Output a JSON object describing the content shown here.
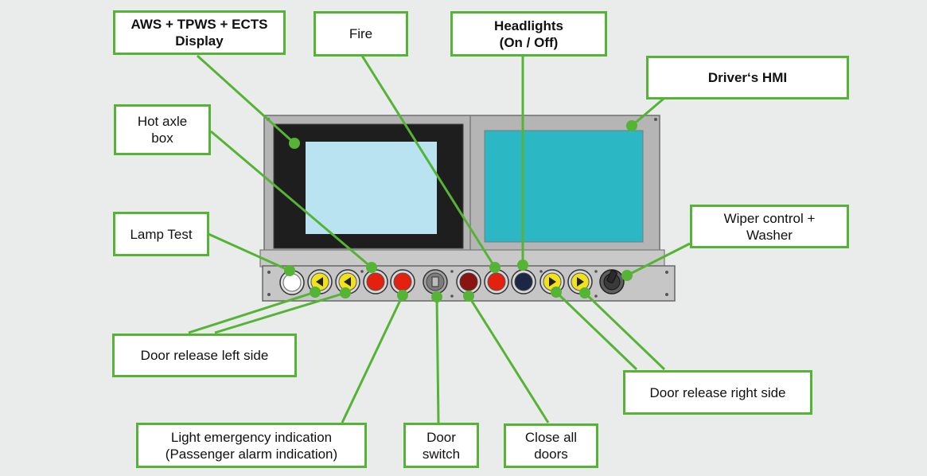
{
  "colors": {
    "background": "#eaeceb",
    "callout_border": "#55b335",
    "leader_line": "#55b335",
    "panel_frame": "#b5b5b5",
    "left_screen_bezel": "#1e1e1e",
    "left_screen": "#b9e3f0",
    "right_screen": "#2bb8c4",
    "button_white": "#ffffff",
    "button_yellow": "#f2e21c",
    "button_red": "#e4200e",
    "button_dark_red": "#8a1410",
    "button_navy": "#1b2744",
    "button_grey": "#8c8c8c"
  },
  "callouts": {
    "aws_display": "AWS + TPWS + ECTS\nDisplay",
    "fire": "Fire",
    "headlights": "Headlights\n(On / Off)",
    "drivers_hmi": "Driver‘s HMI",
    "hot_axle_box": "Hot axle\nbox",
    "lamp_test": "Lamp Test",
    "wiper_control": "Wiper control +\nWasher",
    "door_release_left": "Door release left side",
    "door_release_right": "Door release right side",
    "light_emergency": "Light emergency indication\n(Passenger alarm indication)",
    "door_switch": "Door\nswitch",
    "close_all_doors": "Close all\ndoors"
  },
  "buttons": [
    {
      "kind": "lamp",
      "color": "white"
    },
    {
      "kind": "arrow-left",
      "color": "yellow"
    },
    {
      "kind": "arrow-left",
      "color": "yellow"
    },
    {
      "kind": "lamp",
      "color": "red"
    },
    {
      "kind": "lamp",
      "color": "red"
    },
    {
      "kind": "key-switch",
      "color": "grey"
    },
    {
      "kind": "lamp",
      "color": "dark-red"
    },
    {
      "kind": "lamp",
      "color": "red"
    },
    {
      "kind": "lamp",
      "color": "navy"
    },
    {
      "kind": "arrow-right",
      "color": "yellow"
    },
    {
      "kind": "arrow-right",
      "color": "yellow"
    },
    {
      "kind": "rotary-knob",
      "color": "dark-grey"
    }
  ]
}
